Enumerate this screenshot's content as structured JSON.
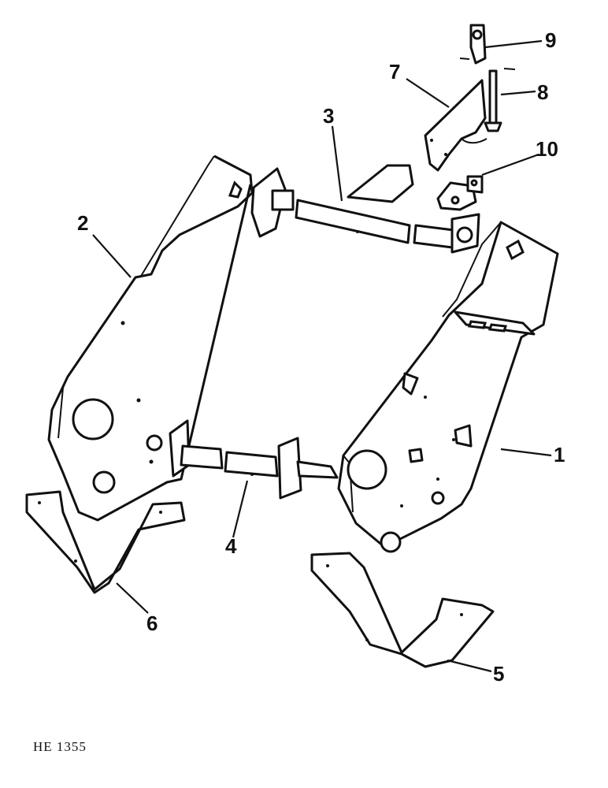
{
  "callouts": [
    "1",
    "2",
    "3",
    "4",
    "5",
    "6",
    "7",
    "8",
    "9",
    "10"
  ],
  "figure_code": "HE 1355"
}
